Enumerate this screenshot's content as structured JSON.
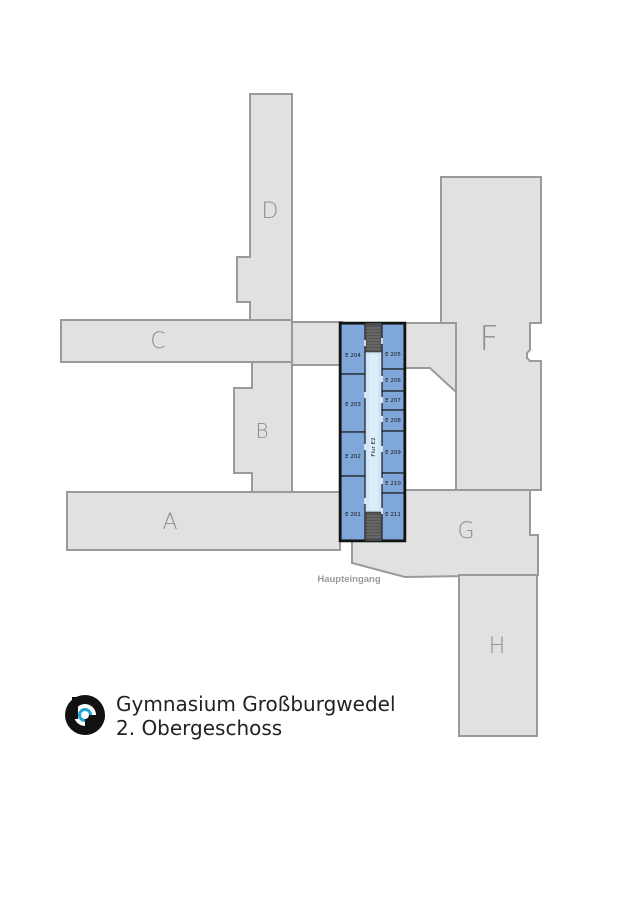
{
  "buildings": {
    "A": "A",
    "B": "B",
    "C": "C",
    "D": "D",
    "F": "F",
    "G": "G",
    "H": "H"
  },
  "rooms": {
    "e204": "E 204",
    "e203": "E 203",
    "e202": "E 202",
    "e201": "E 201",
    "e205": "E 205",
    "e206": "E 206",
    "e207": "E 207",
    "e208": "E 208",
    "e209": "E 209",
    "e210": "E 210",
    "e211": "E 211"
  },
  "corridor_label": "Flur E2",
  "entrance_label": "Haupteingang",
  "title": {
    "line1": "Gymnasium Großburgwedel",
    "line2": "2. Obergeschoss"
  },
  "colors": {
    "building_fill": "#e1e1e1",
    "building_stroke": "#9a9a9a",
    "room_fill": "#7fa7d9",
    "corridor_fill": "#cfe6f6",
    "logo_accent": "#1ea7d8"
  },
  "icons": {
    "logo": "school-logo-icon"
  }
}
